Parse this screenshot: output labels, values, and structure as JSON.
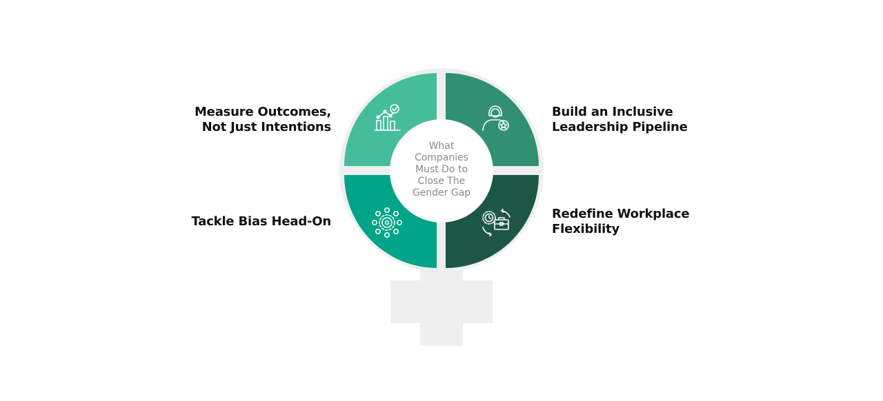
{
  "center": {
    "lines": [
      "What",
      "Companies",
      "Must Do to",
      "Close The",
      "Gender Gap"
    ]
  },
  "quadrants": [
    {
      "id": "top-left",
      "lines": [
        "Measure Outcomes,",
        "Not Just Intentions"
      ],
      "icon": "bar-chart-check-icon",
      "color": "#45bd9b"
    },
    {
      "id": "top-right",
      "lines": [
        "Build an Inclusive",
        "Leadership Pipeline"
      ],
      "icon": "woman-star-icon",
      "color": "#318f72"
    },
    {
      "id": "bottom-left",
      "lines": [
        "Tackle Bias Head-On"
      ],
      "icon": "gear-network-icon",
      "color": "#00a488"
    },
    {
      "id": "bottom-right",
      "lines": [
        "Redefine Workplace",
        "Flexibility"
      ],
      "icon": "clock-briefcase-gear-icon",
      "color": "#1e5645"
    }
  ],
  "colors": {
    "background": "#ffffff",
    "symbol_gray": "#efefef",
    "center_text": "#8a8a8a",
    "label_text": "#111111"
  }
}
